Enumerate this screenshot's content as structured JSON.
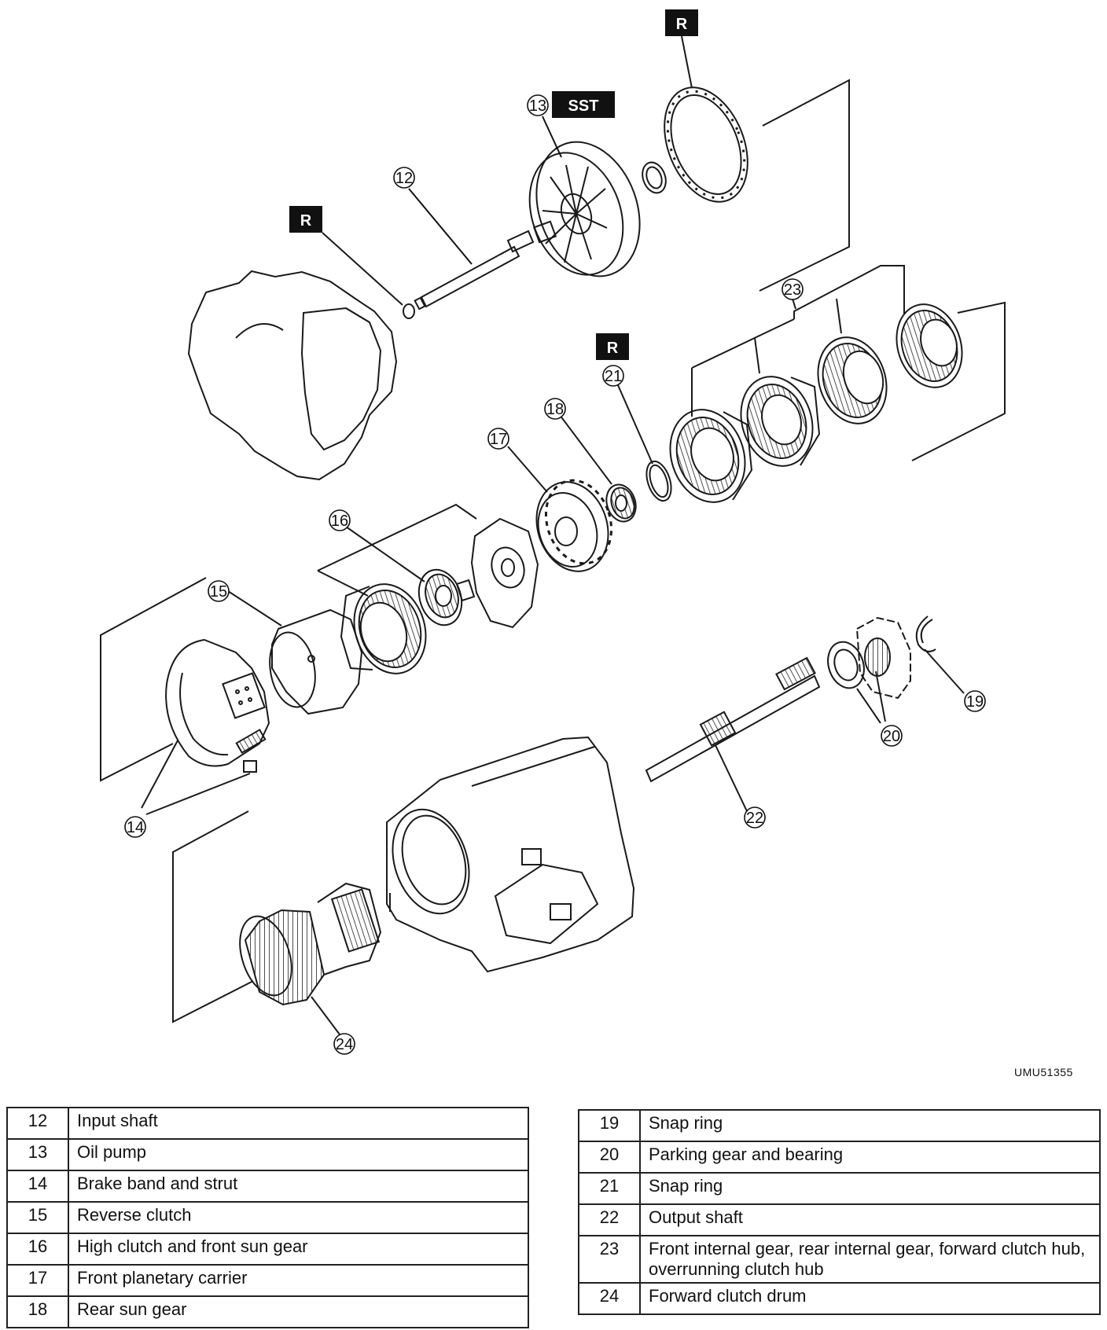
{
  "badges": {
    "r": "R",
    "sst": "SST"
  },
  "callouts": [
    "12",
    "13",
    "14",
    "15",
    "16",
    "17",
    "18",
    "19",
    "20",
    "21",
    "22",
    "23",
    "24"
  ],
  "figure_code": "UMU51355",
  "parts_left": [
    {
      "num": "12",
      "name": "Input shaft"
    },
    {
      "num": "13",
      "name": "Oil pump"
    },
    {
      "num": "14",
      "name": "Brake band and strut"
    },
    {
      "num": "15",
      "name": "Reverse clutch"
    },
    {
      "num": "16",
      "name": "High clutch and front sun gear"
    },
    {
      "num": "17",
      "name": "Front planetary carrier"
    },
    {
      "num": "18",
      "name": "Rear sun gear"
    }
  ],
  "parts_right": [
    {
      "num": "19",
      "name": "Snap ring"
    },
    {
      "num": "20",
      "name": "Parking gear and bearing"
    },
    {
      "num": "21",
      "name": "Snap ring"
    },
    {
      "num": "22",
      "name": "Output shaft"
    },
    {
      "num": "23",
      "name": "Front internal gear, rear internal gear, forward clutch hub, overrunning clutch hub"
    },
    {
      "num": "24",
      "name": "Forward clutch drum"
    }
  ]
}
